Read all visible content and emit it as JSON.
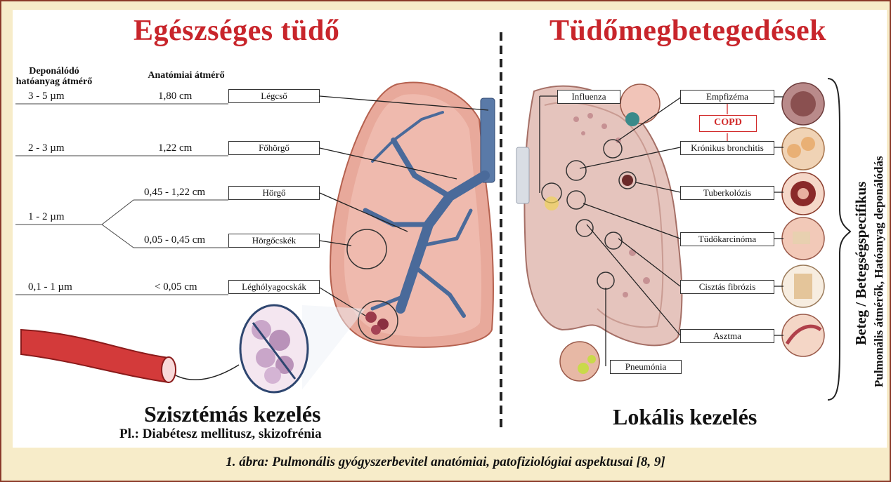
{
  "left": {
    "title": "Egészséges tüdő",
    "col1_header": "Deponálódó hatóanyag átmérő",
    "col2_header": "Anatómiai átmérő",
    "rows": [
      {
        "deposit": "3 - 5 µm",
        "anat": "1,80 cm",
        "label": "Légcső"
      },
      {
        "deposit": "2 - 3 µm",
        "anat": "1,22 cm",
        "label": "Főhörgő"
      },
      {
        "deposit": "1 - 2 µm",
        "anat": "0,45 - 1,22 cm",
        "label": "Hörgő"
      },
      {
        "deposit": "",
        "anat": "0,05 - 0,45 cm",
        "label": "Hörgőcskék"
      },
      {
        "deposit": "0,1 - 1 µm",
        "anat": "< 0,05 cm",
        "label": "Léghólyagocskák"
      }
    ],
    "bottom_title": "Szisztémás kezelés",
    "bottom_sub": "Pl.: Diabétesz mellitusz, skizofrénia"
  },
  "right": {
    "title": "Tüdőmegbetegedések",
    "diseases_left": [
      "Influenza",
      "Pneumónia"
    ],
    "diseases_right": [
      "Empfizéma",
      "COPD",
      "Krónikus bronchitis",
      "Tuberkolózis",
      "Tüdőkarcinóma",
      "Cisztás fibrózis",
      "Asztma"
    ],
    "vertical_main": "Beteg / Betegségspecifikus",
    "vertical_sub": "Pulmonális átmérők, Hatóanyag deponálódás",
    "bottom_title": "Lokális kezelés"
  },
  "caption": "1. ábra: Pulmonális gyógyszerbevitel anatómiai, patofiziológiai aspektusai [8, 9]",
  "colors": {
    "title_red": "#c8252b",
    "frame": "#8b3a2a",
    "caption_bg": "#f7ecc9",
    "bronchi": "#4a6a9a",
    "lung": "#e8a99b"
  }
}
